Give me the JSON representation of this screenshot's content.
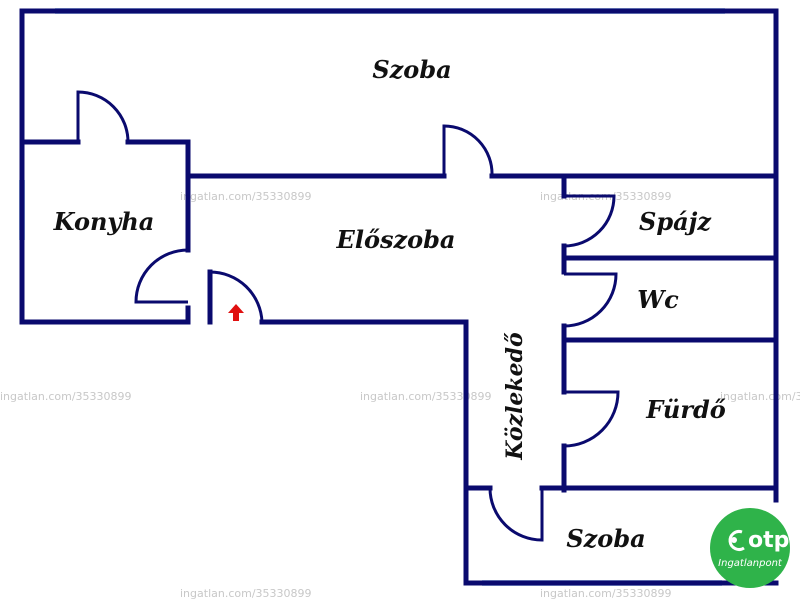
{
  "colors": {
    "wall": "#0a0a6e",
    "window": "#a9c7e8",
    "door": "#0a0a6e",
    "entrance_arrow": "#e01010",
    "logo_bg": "#2fb34a",
    "watermark": "#c8c8c8"
  },
  "rooms": {
    "szoba_top": "Szoba",
    "konyha": "Konyha",
    "eloszoba": "Előszoba",
    "spajz": "Spájz",
    "wc": "Wc",
    "furdo": "Fürdő",
    "kozlekedo": "Közlekedő",
    "szoba_bottom": "Szoba"
  },
  "watermark_text": "ingatlan.com/35330899",
  "logo": {
    "brand": "otp",
    "sub": "Ingatlanpont",
    "icon": "otp-logo-icon"
  },
  "entrance_icon": "entrance-arrow-icon"
}
